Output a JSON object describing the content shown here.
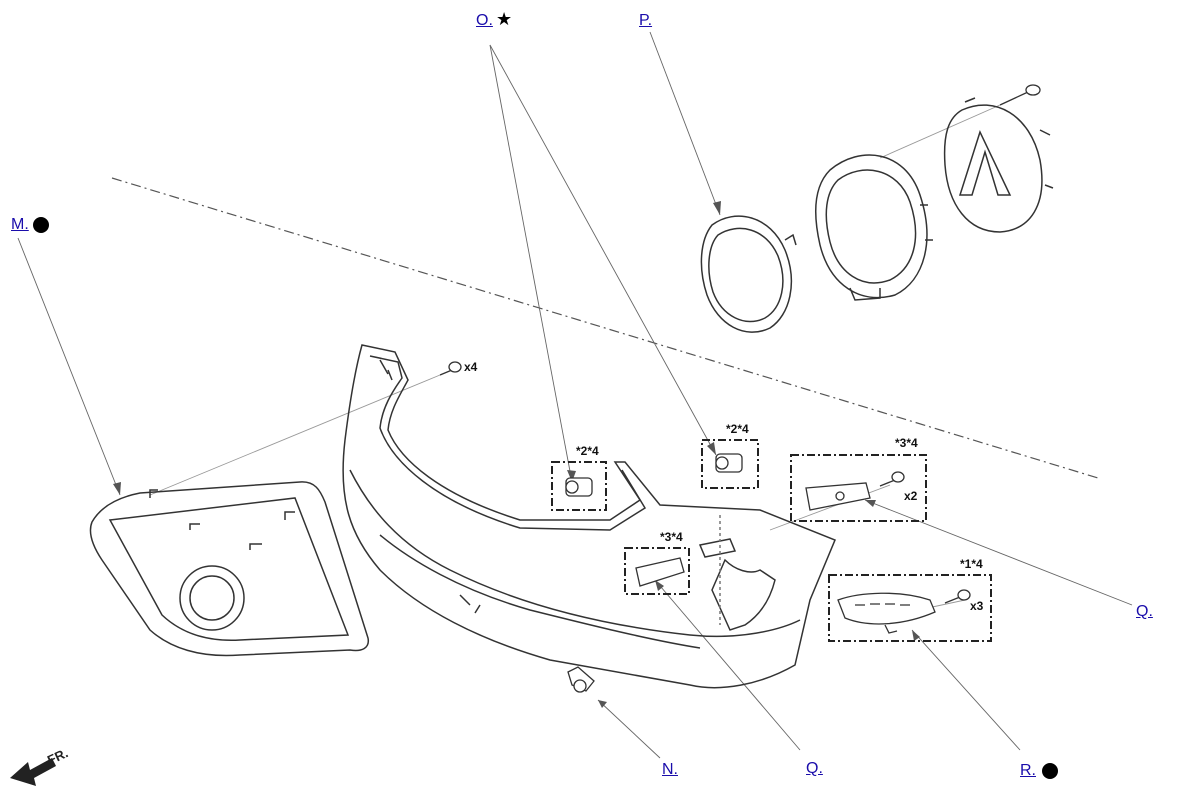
{
  "callouts": {
    "o": {
      "label": "O.",
      "symbol": "★"
    },
    "p": {
      "label": "P."
    },
    "m": {
      "label": "M."
    },
    "q_right": {
      "label": "Q."
    },
    "q_bottom": {
      "label": "Q."
    },
    "n": {
      "label": "N."
    },
    "r": {
      "label": "R."
    }
  },
  "quantities": {
    "bolt_top": "x4",
    "lamp_right": "x2",
    "foglamp": "x3"
  },
  "notes": {
    "sensor_left": "*2*4",
    "sensor_center": "*2*4",
    "cover_right": "*3*4",
    "cover_center": "*3*4",
    "foglamp": "*1*4"
  },
  "front_label": "FR.",
  "colors": {
    "link": "#1a0dab",
    "line": "#555555",
    "part": "#333333"
  }
}
